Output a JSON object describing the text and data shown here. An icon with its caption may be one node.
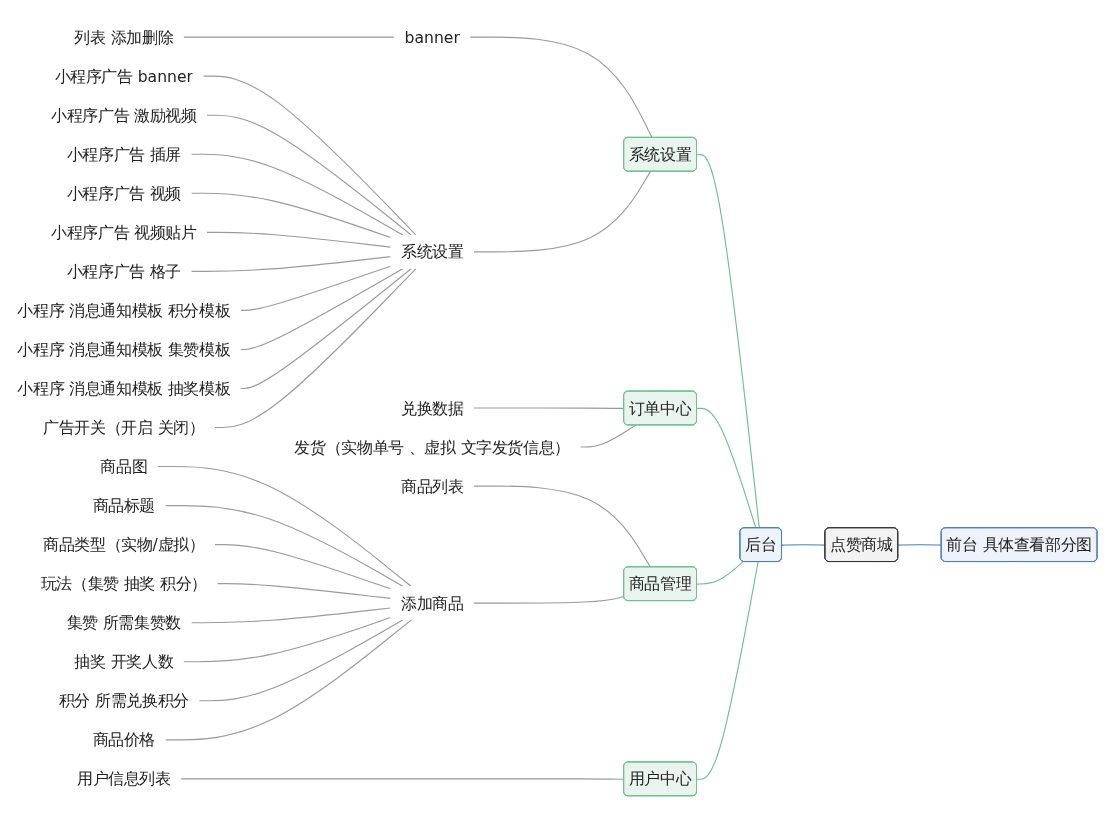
{
  "diagram": {
    "nodes": [
      {
        "text": [
          "点赞商城"
        ]
      },
      {
        "text": [
          "前台 具体查看部分图"
        ]
      },
      {
        "text": [
          "后台"
        ]
      },
      {
        "text": [
          "系统设置"
        ]
      },
      {
        "text": [
          "banner"
        ]
      },
      {
        "text": [
          "列表 添加删除"
        ]
      },
      {
        "text": [
          "系统设置"
        ]
      },
      {
        "text": [
          "小程序广告 banner"
        ]
      },
      {
        "text": [
          "小程序广告 激励视频"
        ]
      },
      {
        "text": [
          "小程序广告 插屏"
        ]
      },
      {
        "text": [
          "小程序广告 视频"
        ]
      },
      {
        "text": [
          "小程序广告 视频贴片"
        ]
      },
      {
        "text": [
          "小程序广告 格子"
        ]
      },
      {
        "text": [
          "小程序 消息通知模板 积分模板"
        ]
      },
      {
        "text": [
          "小程序 消息通知模板 集赞模板"
        ]
      },
      {
        "text": [
          "小程序 消息通知模板 抽奖模板"
        ]
      },
      {
        "text": [
          "广告开关（开启 关闭）"
        ]
      },
      {
        "text": [
          "订单中心"
        ]
      },
      {
        "text": [
          "兑换数据"
        ]
      },
      {
        "text": [
          "发货（实物单号 、虚拟 文字发货信息）"
        ]
      },
      {
        "text": [
          "商品管理"
        ]
      },
      {
        "text": [
          "商品列表"
        ]
      },
      {
        "text": [
          "添加商品"
        ]
      },
      {
        "text": [
          "商品图"
        ]
      },
      {
        "text": [
          "商品标题"
        ]
      },
      {
        "text": [
          "商品类型（实物/虚拟）"
        ]
      },
      {
        "text": [
          "玩法（集赞 抽奖 积分）"
        ]
      },
      {
        "text": [
          "集赞 所需集赞数"
        ]
      },
      {
        "text": [
          "抽奖 开奖人数"
        ]
      },
      {
        "text": [
          "积分 所需兑换积分"
        ]
      },
      {
        "text": [
          "商品价格"
        ]
      },
      {
        "text": [
          "用户中心"
        ]
      },
      {
        "text": [
          "用户信息列表"
        ]
      }
    ],
    "edges": [
      {
        "from": 0,
        "to": 1,
        "arrow": "none",
        "color": "#4a7ebb"
      },
      {
        "from": 0,
        "to": 2,
        "arrow": "none",
        "color": "#4a7ebb"
      },
      {
        "from": 2,
        "to": 3,
        "arrow": "none",
        "color": "#6cc08b"
      },
      {
        "from": 2,
        "to": 17,
        "arrow": "none",
        "color": "#6cc08b"
      },
      {
        "from": 2,
        "to": 20,
        "arrow": "none",
        "color": "#6cc08b"
      },
      {
        "from": 2,
        "to": 31,
        "arrow": "none",
        "color": "#6cc08b"
      },
      {
        "from": 3,
        "to": 4,
        "arrow": "none"
      },
      {
        "from": 4,
        "to": 5,
        "arrow": "none"
      },
      {
        "from": 3,
        "to": 6,
        "arrow": "none"
      },
      {
        "from": 6,
        "to": 7,
        "arrow": "none"
      },
      {
        "from": 6,
        "to": 8,
        "arrow": "none"
      },
      {
        "from": 6,
        "to": 9,
        "arrow": "none"
      },
      {
        "from": 6,
        "to": 10,
        "arrow": "none"
      },
      {
        "from": 6,
        "to": 11,
        "arrow": "none"
      },
      {
        "from": 6,
        "to": 12,
        "arrow": "none"
      },
      {
        "from": 6,
        "to": 13,
        "arrow": "none"
      },
      {
        "from": 6,
        "to": 14,
        "arrow": "none"
      },
      {
        "from": 6,
        "to": 15,
        "arrow": "none"
      },
      {
        "from": 6,
        "to": 16,
        "arrow": "none"
      },
      {
        "from": 17,
        "to": 18,
        "arrow": "none"
      },
      {
        "from": 17,
        "to": 19,
        "arrow": "none"
      },
      {
        "from": 20,
        "to": 21,
        "arrow": "none"
      },
      {
        "from": 20,
        "to": 22,
        "arrow": "none"
      },
      {
        "from": 22,
        "to": 23,
        "arrow": "none"
      },
      {
        "from": 22,
        "to": 24,
        "arrow": "none"
      },
      {
        "from": 22,
        "to": 25,
        "arrow": "none"
      },
      {
        "from": 22,
        "to": 26,
        "arrow": "none"
      },
      {
        "from": 22,
        "to": 27,
        "arrow": "none"
      },
      {
        "from": 22,
        "to": 28,
        "arrow": "none"
      },
      {
        "from": 22,
        "to": 29,
        "arrow": "none"
      },
      {
        "from": 22,
        "to": 30,
        "arrow": "none"
      },
      {
        "from": 31,
        "to": 32,
        "arrow": "none"
      }
    ]
  }
}
